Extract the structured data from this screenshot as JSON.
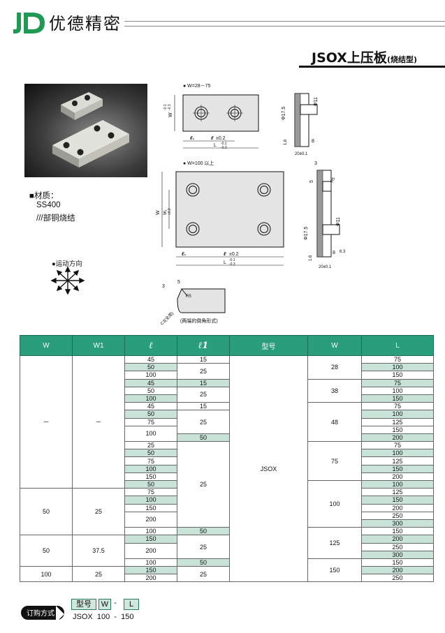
{
  "header": {
    "brand": "优德精密",
    "title_main": "JSOX上压板",
    "title_sub": "(烧结型)"
  },
  "material": {
    "label": "■材质：",
    "steel": "SS400",
    "sinter": "///部铜烧结"
  },
  "motion_label": "●运动方向",
  "drawing": {
    "top_case": "● W=28－75",
    "bottom_case": "● W=100 以上",
    "chamfer_note": "(两端的倒角形式)",
    "w_tol_upper": "-0.1",
    "w_tol_lower": "-0.3",
    "l_tol_upper": "-0.1",
    "l_tol_lower": "-0.3",
    "ell_tol": "±0.2",
    "w1_tol": "±0.2",
    "phi17_5": "Φ17.5",
    "phi11": "Φ11",
    "d8": "8",
    "t20": "20±0.1",
    "r16": "1.6",
    "r63": "6.3",
    "d3": "3",
    "d5": "5",
    "r5": "R5",
    "c3": "C3(全周)"
  },
  "table": {
    "headers": [
      "W",
      "W1",
      "ℓ",
      "ℓ1",
      "型号",
      "W",
      "L"
    ],
    "model": "JSOX",
    "groups": [
      {
        "W": "－",
        "W1": "－",
        "rowspan": 17
      },
      {
        "W": "50",
        "W1": "25",
        "rowspan": 6
      },
      {
        "W": "50",
        "W1": "37.5",
        "rowspan": 4
      },
      {
        "W": "100",
        "W1": "25",
        "rowspan": 3
      }
    ],
    "l_col": [
      {
        "v": "45",
        "g": false
      },
      {
        "v": "50",
        "g": true
      },
      {
        "v": "100",
        "g": false
      },
      {
        "v": "45",
        "g": true
      },
      {
        "v": "50",
        "g": false
      },
      {
        "v": "100",
        "g": true
      },
      {
        "v": "45",
        "g": false
      },
      {
        "v": "50",
        "g": true
      },
      {
        "v": "75",
        "g": false
      },
      {
        "v": "100",
        "g": false,
        "rs": 2
      },
      {
        "v": "25",
        "g": false
      },
      {
        "v": "50",
        "g": true
      },
      {
        "v": "75",
        "g": false
      },
      {
        "v": "100",
        "g": true
      },
      {
        "v": "150",
        "g": false
      },
      {
        "v": "50",
        "g": true
      },
      {
        "v": "75",
        "g": false
      },
      {
        "v": "100",
        "g": true
      },
      {
        "v": "150",
        "g": false
      },
      {
        "v": "200",
        "g": false,
        "rs": 2
      },
      {
        "v": "100",
        "g": false
      },
      {
        "v": "150",
        "g": true
      },
      {
        "v": "200",
        "g": false,
        "rs": 2
      },
      {
        "v": "100",
        "g": false
      },
      {
        "v": "150",
        "g": true
      },
      {
        "v": "200",
        "g": false
      }
    ],
    "l1_col": [
      {
        "v": "15",
        "g": false,
        "rs": 1
      },
      {
        "v": "25",
        "g": false,
        "rs": 2
      },
      {
        "v": "15",
        "g": true,
        "rs": 1
      },
      {
        "v": "25",
        "g": false,
        "rs": 2
      },
      {
        "v": "15",
        "g": false,
        "rs": 1
      },
      {
        "v": "25",
        "g": false,
        "rs": 3
      },
      {
        "v": "50",
        "g": true,
        "rs": 1
      },
      {
        "v": "25",
        "g": false,
        "rs": 11
      },
      {
        "v": "50",
        "g": true,
        "rs": 1
      },
      {
        "v": "25",
        "g": false,
        "rs": 3
      },
      {
        "v": "50",
        "g": true,
        "rs": 1
      },
      {
        "v": "25",
        "g": false,
        "rs": 3
      }
    ],
    "w2_col": [
      {
        "v": "28",
        "rs": 3
      },
      {
        "v": "38",
        "rs": 3
      },
      {
        "v": "48",
        "rs": 5
      },
      {
        "v": "75",
        "rs": 5
      },
      {
        "v": "100",
        "rs": 6
      },
      {
        "v": "125",
        "rs": 4
      },
      {
        "v": "150",
        "rs": 3
      }
    ],
    "L_col": [
      {
        "v": "75",
        "g": false
      },
      {
        "v": "100",
        "g": true
      },
      {
        "v": "150",
        "g": false
      },
      {
        "v": "75",
        "g": true
      },
      {
        "v": "100",
        "g": false
      },
      {
        "v": "150",
        "g": true
      },
      {
        "v": "75",
        "g": false
      },
      {
        "v": "100",
        "g": true
      },
      {
        "v": "125",
        "g": false
      },
      {
        "v": "150",
        "g": false
      },
      {
        "v": "200",
        "g": true
      },
      {
        "v": "75",
        "g": false
      },
      {
        "v": "100",
        "g": true
      },
      {
        "v": "125",
        "g": false
      },
      {
        "v": "150",
        "g": true
      },
      {
        "v": "200",
        "g": false
      },
      {
        "v": "100",
        "g": true
      },
      {
        "v": "125",
        "g": false
      },
      {
        "v": "150",
        "g": true
      },
      {
        "v": "200",
        "g": false
      },
      {
        "v": "250",
        "g": false
      },
      {
        "v": "300",
        "g": true
      },
      {
        "v": "150",
        "g": false
      },
      {
        "v": "200",
        "g": true
      },
      {
        "v": "250",
        "g": false
      },
      {
        "v": "300",
        "g": true
      },
      {
        "v": "150",
        "g": false
      },
      {
        "v": "200",
        "g": true
      },
      {
        "v": "250",
        "g": false
      }
    ]
  },
  "order": {
    "badge": "订购方式",
    "model_label": "型号",
    "w_label": "W",
    "dash": "-",
    "l_label": "L",
    "example": "JSOX  100  -  150"
  },
  "colors": {
    "header_green": "#2a9d7c",
    "row_green": "#c9e3d8",
    "logo_green": "#1f9a55"
  }
}
